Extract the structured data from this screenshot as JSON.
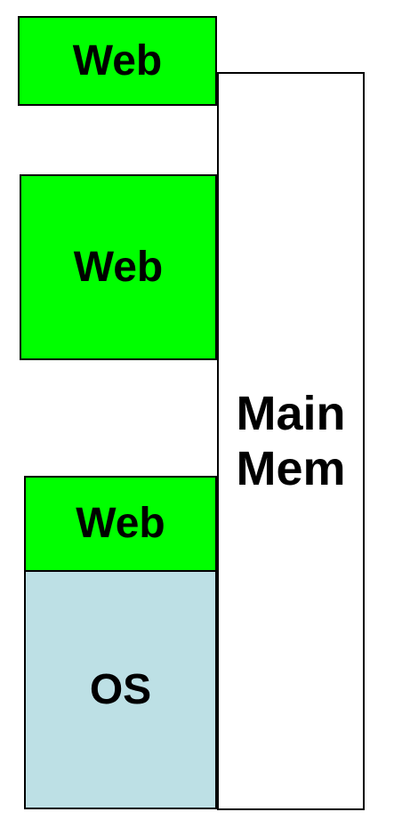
{
  "blocks": {
    "web_top": "Web",
    "web_middle": "Web",
    "web_bottom": "Web",
    "os": "OS"
  },
  "main_memory": {
    "line1": "Main",
    "line2": "Mem"
  },
  "colors": {
    "web": "#00ff00",
    "os": "#bde0e5",
    "main_memory": "#ffffff",
    "border": "#000000"
  }
}
